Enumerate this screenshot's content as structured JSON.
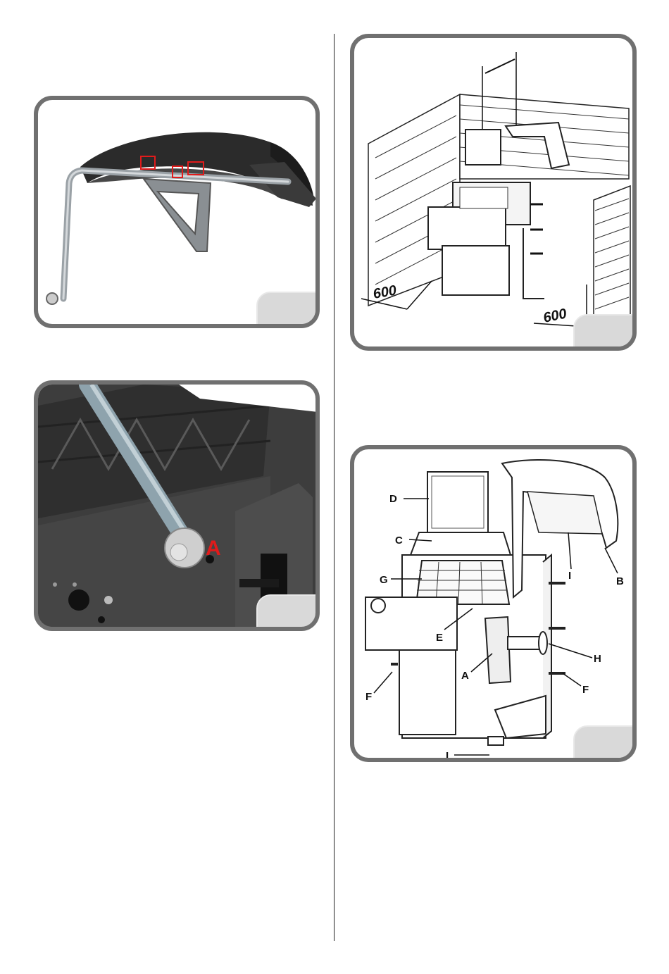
{
  "figures": {
    "guard_assembly": {
      "callout_count": 3
    },
    "guard_pivot": {
      "label_a": "A"
    },
    "installation": {
      "dim_left": "600",
      "dim_right": "600"
    },
    "components": {
      "labels": {
        "a": "A",
        "b": "B",
        "c": "C",
        "d": "D",
        "e": "E",
        "f_left": "F",
        "f_right": "F",
        "g": "G",
        "h": "H",
        "i": "I",
        "l": "L"
      }
    }
  }
}
